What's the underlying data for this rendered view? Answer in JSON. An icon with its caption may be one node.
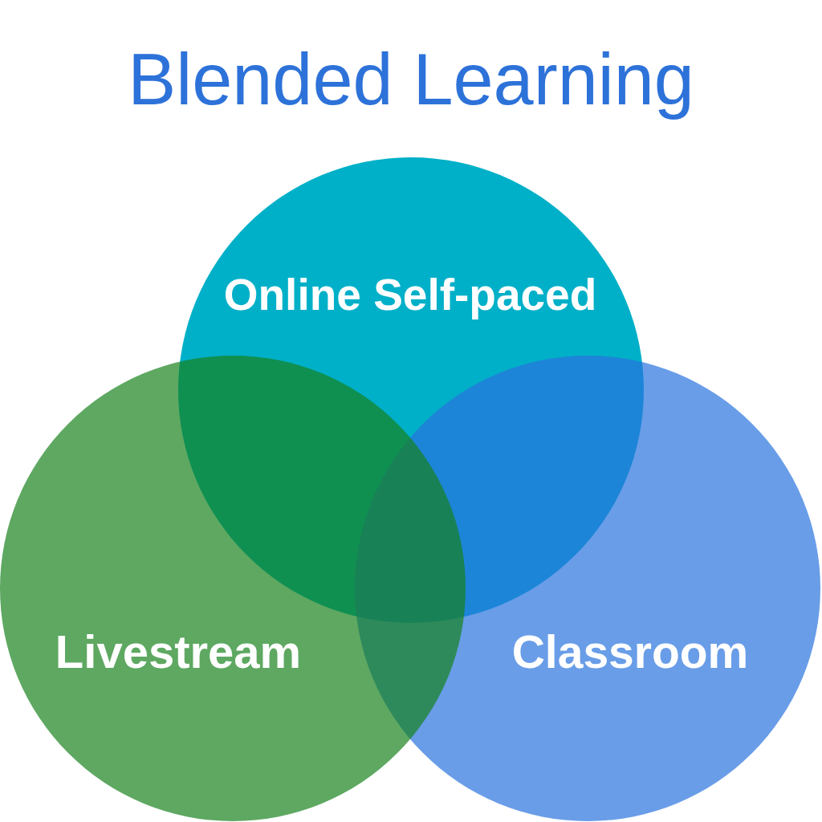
{
  "diagram": {
    "title": "Blended Learning",
    "nodes": [
      {
        "text": [
          "Online Self-paced"
        ]
      },
      {
        "text": [
          "Livestream"
        ]
      },
      {
        "text": [
          "Classroom"
        ]
      }
    ]
  }
}
